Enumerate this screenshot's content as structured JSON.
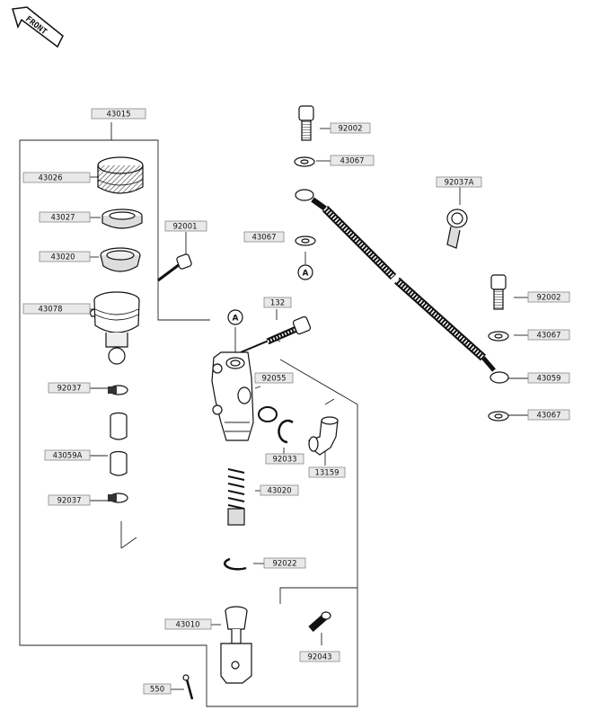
{
  "front_label": "FRONT",
  "ref_marker": "A",
  "callouts": {
    "c43015": "43015",
    "c43026": "43026",
    "c43027": "43027",
    "c43020": "43020",
    "c43078": "43078",
    "c92001": "92001",
    "c92037_top": "92037",
    "c43059A": "43059A",
    "c92037_bot": "92037",
    "c92002_top": "92002",
    "c43067_1": "43067",
    "c43067_2": "43067",
    "c132": "132",
    "c92055": "92055",
    "c92033": "92033",
    "c13159": "13159",
    "c43020_spring": "43020",
    "c92022": "92022",
    "c43010": "43010",
    "c550": "550",
    "c92043": "92043",
    "c92037A": "92037A",
    "c92002_right": "92002",
    "c43067_3": "43067",
    "c43059": "43059",
    "c43067_4": "43067"
  }
}
